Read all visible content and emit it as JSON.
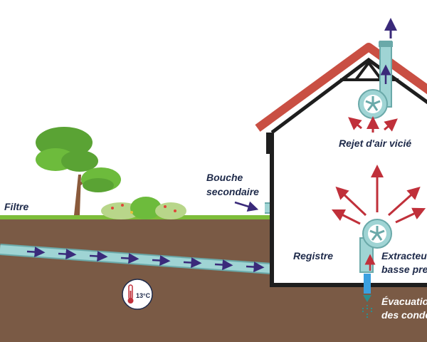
{
  "labels": {
    "filtre": "Filtre",
    "bouche_line1": "Bouche",
    "bouche_line2": "secondaire",
    "registre": "Registre",
    "rejet": "Rejet d'air vicié",
    "extracteur_line1": "Extracteur",
    "extracteur_line2": "basse pression",
    "evacuation_line1": "Évacuation",
    "evacuation_line2": "des condensats"
  },
  "temperature": "13°C",
  "icons": [
    "tree-icon",
    "bush-icon",
    "fan-icon",
    "thermometer-icon",
    "arrow-icon",
    "drip-icon"
  ],
  "colors": {
    "sky": "#ffffff",
    "soil": "#7a5a45",
    "grass": "#7dbd3a",
    "pipe": "#9fd4d4",
    "pipe_stroke": "#6aa9a9",
    "roof": "#c94f43",
    "house_outline": "#1e1e1e",
    "air_fresh": "#3a2a7a",
    "air_exhaust": "#c0303a",
    "text": "#1e2a4a",
    "water": "#3aa0e0"
  }
}
